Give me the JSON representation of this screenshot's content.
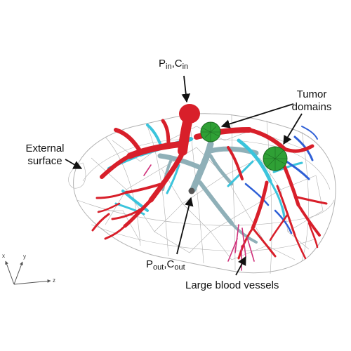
{
  "labels": {
    "inlet": {
      "p": "P",
      "p_sub": "in",
      "sep": ",",
      "c": "C",
      "c_sub": "in"
    },
    "outlet": {
      "p": "P",
      "p_sub": "out",
      "sep": ",",
      "c": "C",
      "c_sub": "out"
    },
    "tumor_line1": "Tumor",
    "tumor_line2": "domains",
    "external_line1": "External",
    "external_line2": "surface",
    "vessels": "Large blood vessels"
  },
  "axes": {
    "x": "x",
    "y": "y",
    "z": "z"
  },
  "colors": {
    "artery": "#d81f2a",
    "portal_vein": "#8fb0b8",
    "hepatic_vein": "#3bc4dc",
    "blue_vessel": "#2e5fd6",
    "tumor": "#2fa035",
    "mesh": "#a8a8a8",
    "magenta": "#d0307a"
  },
  "icons": {
    "arrow": "arrow-icon",
    "axes": "axes-triad-icon"
  }
}
